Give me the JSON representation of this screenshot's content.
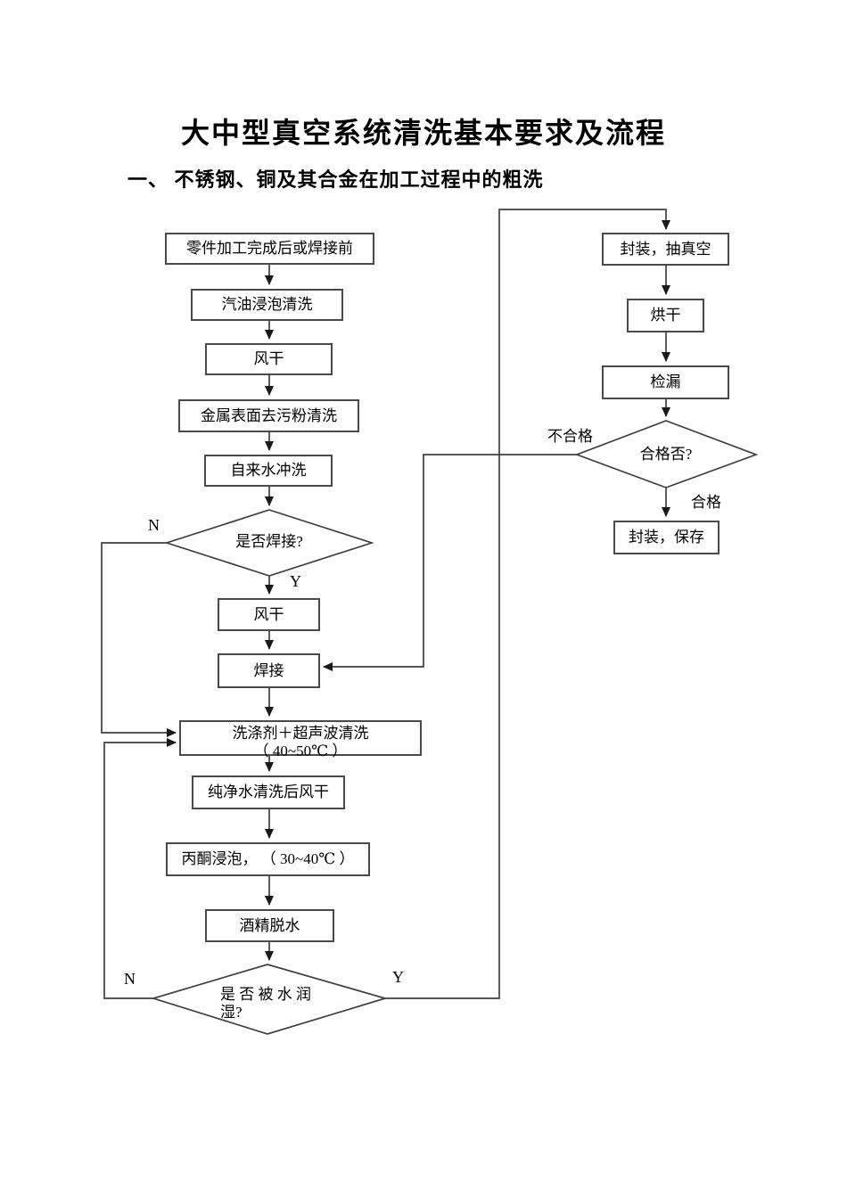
{
  "page": {
    "title": "大中型真空系统清洗基本要求及流程",
    "section_heading": "一、 不锈钢、铜及其合金在加工过程中的粗洗"
  },
  "nodes": {
    "start": "零件加工完成后或焊接前",
    "gasoline_soak": "汽油浸泡清洗",
    "air_dry_1": "风干",
    "metal_depowder": "金属表面去污粉清洗",
    "tap_water_rinse": "自来水冲洗",
    "weld_decision": "是否焊接?",
    "air_dry_2": "风干",
    "weld": "焊接",
    "ultrasonic_line1": "洗涤剂＋超声波清洗",
    "ultrasonic_line2": "（ 40~50℃ ）",
    "pure_water_dry": "纯净水清洗后风干",
    "acetone_soak": "丙酮浸泡， （ 30~40℃ ）",
    "alcohol_dehydrate": "酒精脱水",
    "wet_decision_line1": "是 否 被 水 润",
    "wet_decision_line2": "湿?",
    "seal_vacuum": "封装，抽真空",
    "bake_dry": "烘干",
    "leak_check": "检漏",
    "qualified_decision": "合格否?",
    "seal_store": "封装，保存"
  },
  "edge_labels": {
    "weld_no": "N",
    "weld_yes": "Y",
    "wet_no": "N",
    "wet_yes": "Y",
    "not_qualified": "不合格",
    "qualified": "合格"
  },
  "colors": {
    "background": "#ffffff",
    "line": "#3f3f3f",
    "box_border": "#4a4a4a",
    "text": "#000000"
  }
}
